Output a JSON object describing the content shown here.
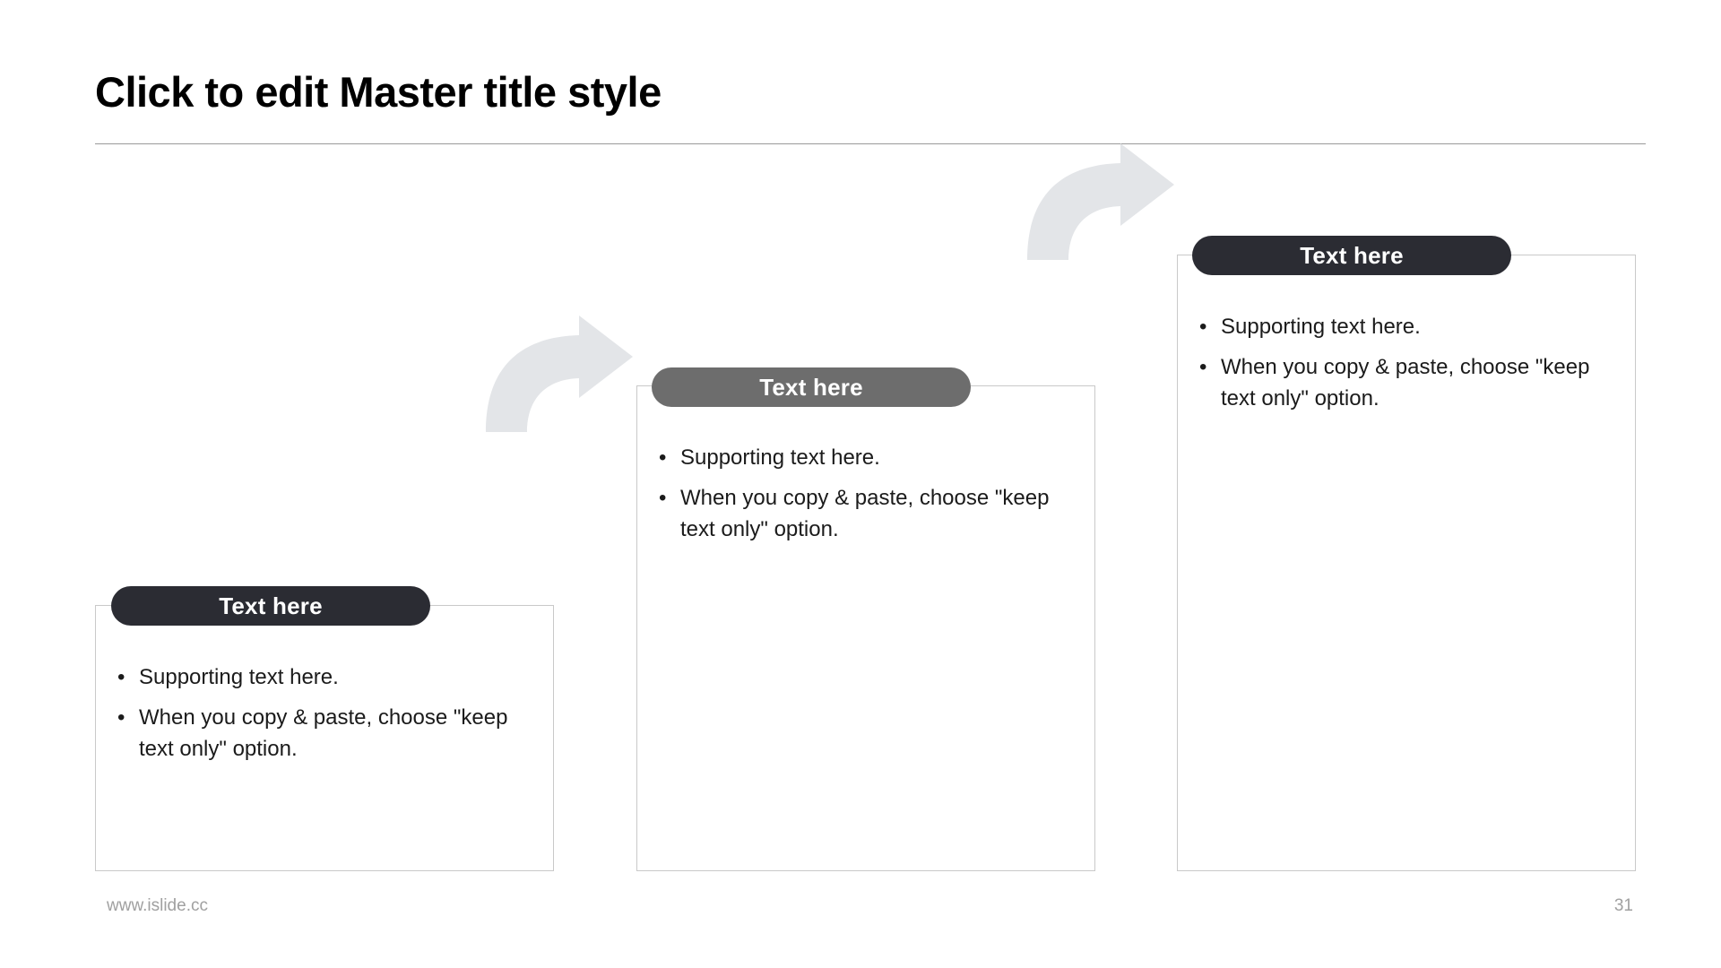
{
  "slide": {
    "title": "Click to edit Master title style",
    "background_color": "#ffffff"
  },
  "colors": {
    "pill_dark": "#2b2c33",
    "pill_gray": "#6d6d6d",
    "arrow": "#e3e5e8",
    "card_border": "#c9c9c9",
    "rule": "#9a9a9a",
    "footer_text": "#a0a0a0",
    "body_text": "#1b1b1b"
  },
  "cards": [
    {
      "id": "card-1",
      "header": "Text here",
      "header_color": "#2b2c33",
      "bullets": [
        "Supporting text here.",
        "When you copy & paste, choose \"keep text only\" option."
      ]
    },
    {
      "id": "card-2",
      "header": "Text here",
      "header_color": "#6d6d6d",
      "bullets": [
        "Supporting text here.",
        "When you copy & paste, choose \"keep text only\" option."
      ]
    },
    {
      "id": "card-3",
      "header": "Text here",
      "header_color": "#2b2c33",
      "bullets": [
        "Supporting text here.",
        "When you copy & paste, choose \"keep text only\" option."
      ]
    }
  ],
  "bullet_marker": "•",
  "arrows": [
    {
      "id": "arrow-1",
      "direction": "curved-up-right"
    },
    {
      "id": "arrow-2",
      "direction": "curved-up-right"
    }
  ],
  "footer": {
    "website": "www.islide.cc",
    "page_number": "31"
  }
}
